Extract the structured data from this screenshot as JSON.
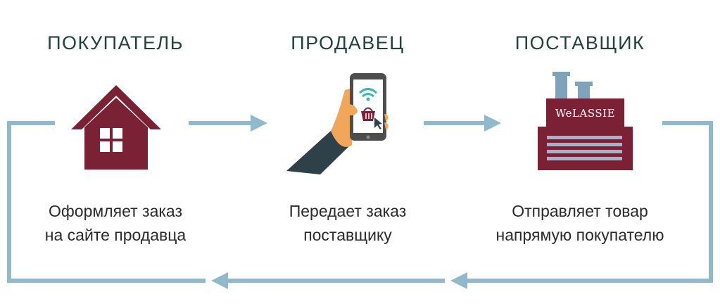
{
  "colors": {
    "arrow": "#91b9cc",
    "house": "#7a2136",
    "factory": "#7a2136",
    "chimney": "#7ea3ba",
    "phone": "#4d4d4d",
    "wifi": "#3ab6b0",
    "hand": "#f2a65a",
    "sleeve": "#2f4148",
    "title_text": "#23423a"
  },
  "nodes": [
    {
      "title": "ПОКУПАТЕЛЬ",
      "icon": "house-icon",
      "caption_line1": "Оформляет заказ",
      "caption_line2": "на сайте продавца"
    },
    {
      "title": "ПРОДАВЕЦ",
      "icon": "smartphone-in-hand-icon",
      "caption_line1": "Передает заказ",
      "caption_line2": "поставщику"
    },
    {
      "title": "ПОСТАВЩИК",
      "icon": "factory-icon",
      "brand_label": "WeLASSIE",
      "caption_line1": "Отправляет товар",
      "caption_line2": "напрямую покупателю"
    }
  ]
}
